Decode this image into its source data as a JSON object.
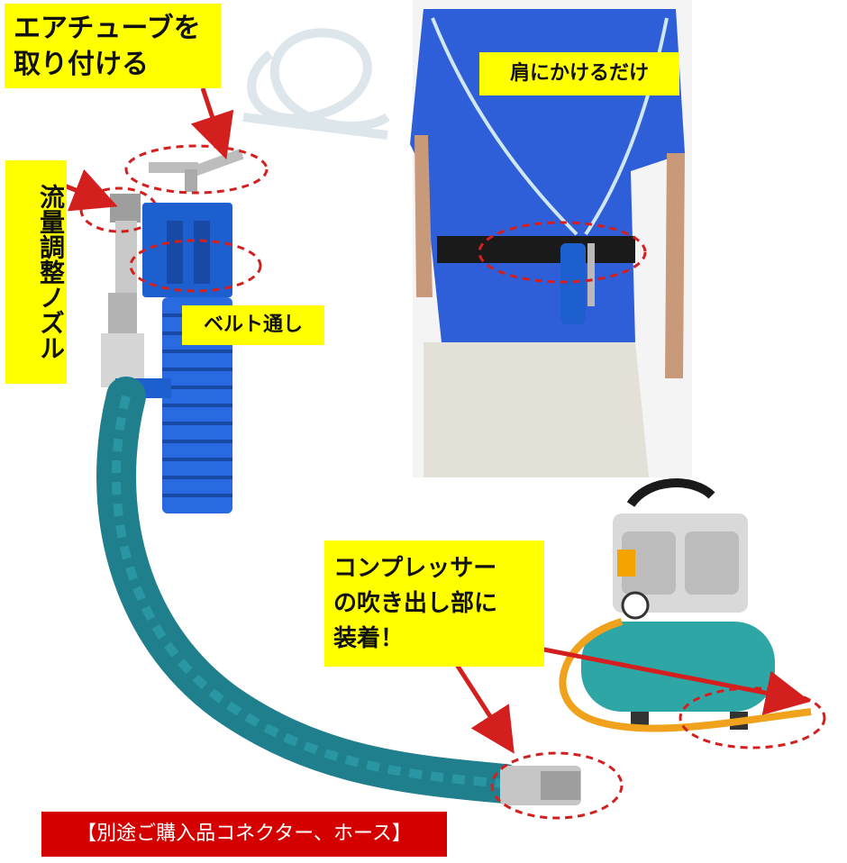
{
  "labels": {
    "air_tube": "エアチューブを\n取り付ける",
    "flow_nozzle": "流量調整ノズル",
    "belt_loop": "ベルト通し",
    "shoulder": "肩にかけるだけ",
    "compressor": "コンプレッサー\nの吹き出し部に\n装着！",
    "separate_purchase": "【別途ご購入品コネクター、ホース】"
  },
  "colors": {
    "label_bg": "#ffff00",
    "bar_bg": "#d40000",
    "hose_teal": "#1f7f8c",
    "device_blue": "#1e5fd0",
    "shirt_blue": "#2f5fd8",
    "compressor_teal": "#2fa6a6",
    "dashed_red": "#d41f1f"
  }
}
